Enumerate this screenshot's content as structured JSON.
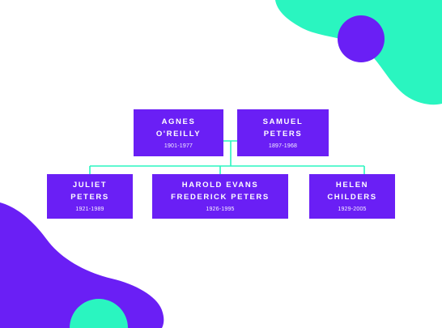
{
  "colors": {
    "box": "#6a1ff5",
    "blob_purple": "#6a1ff5",
    "blob_mint": "#2af5c0",
    "connector": "#2af5c0",
    "text": "#ffffff",
    "background": "#ffffff"
  },
  "parents": [
    {
      "name_line1": "AGNES",
      "name_line2": "O'REILLY",
      "dates": "1901-1977"
    },
    {
      "name_line1": "SAMUEL",
      "name_line2": "PETERS",
      "dates": "1897-1968"
    }
  ],
  "children": [
    {
      "name_line1": "JULIET",
      "name_line2": "PETERS",
      "dates": "1921-1989"
    },
    {
      "name_line1": "HAROLD EVANS",
      "name_line2": "FREDERICK PETERS",
      "dates": "1926-1995"
    },
    {
      "name_line1": "HELEN",
      "name_line2": "CHILDERS",
      "dates": "1929-2005"
    }
  ]
}
